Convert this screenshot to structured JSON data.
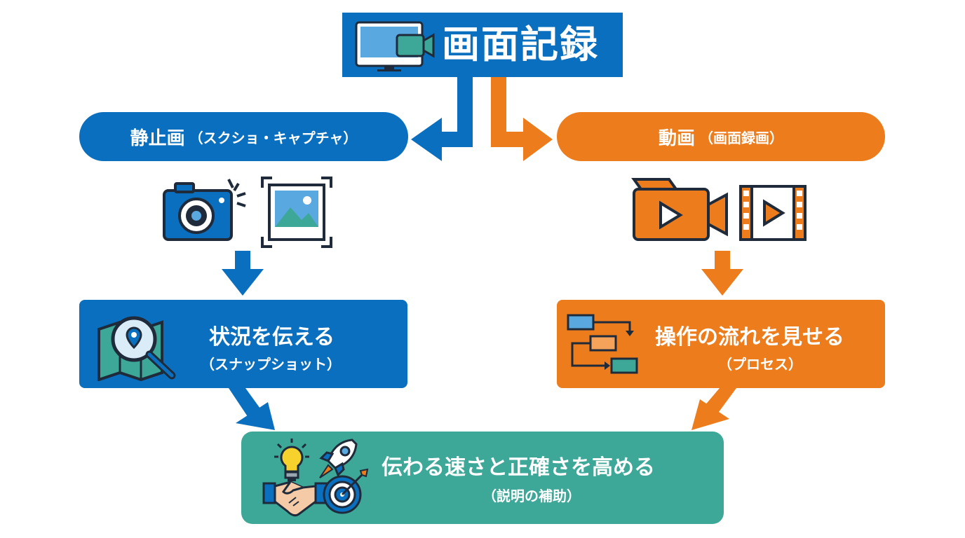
{
  "title": "画面記録",
  "branches": {
    "still": {
      "label": "静止画",
      "sub": "（スクショ・キャプチャ）",
      "icons": [
        "camera-icon",
        "image-frame-icon"
      ],
      "result_title": "状況を伝える",
      "result_sub": "（スナップショット）",
      "result_icon": "map-search-icon"
    },
    "video": {
      "label": "動画",
      "sub": "（画面録画）",
      "icons": [
        "video-camera-icon",
        "film-play-icon"
      ],
      "result_title": "操作の流れを見せる",
      "result_sub": "（プロセス）",
      "result_icon": "flowchart-icon"
    }
  },
  "result": {
    "title": "伝わる速さと正確さを高める",
    "sub": "（説明の補助）",
    "icons": [
      "lightbulb-icon",
      "rocket-icon",
      "handshake-icon",
      "target-icon"
    ]
  },
  "colors": {
    "blue": "#0a6fbe",
    "orange": "#ec7c1c",
    "teal": "#3da898",
    "dark": "#1f2b3a"
  }
}
